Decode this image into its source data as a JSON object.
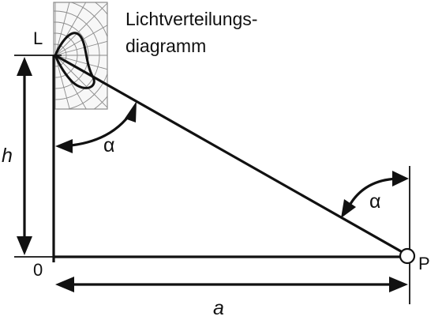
{
  "diagram": {
    "title_lines": [
      "Lichtverteilungs-",
      "diagramm"
    ],
    "labels": {
      "light_source": "L",
      "point": "P",
      "origin": "0",
      "height": "h",
      "distance": "a",
      "angle_top": "α",
      "angle_bottom": "α"
    },
    "colors": {
      "ink": "#111111",
      "grid": "#8a8a8a",
      "background": "#ffffff"
    }
  }
}
